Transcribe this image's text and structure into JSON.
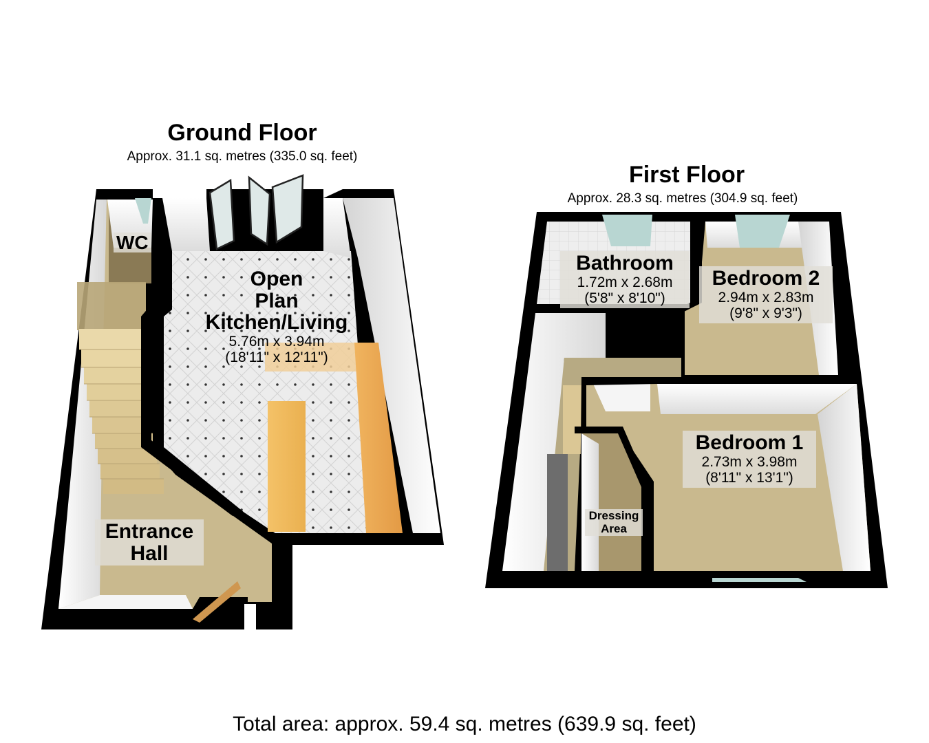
{
  "ground_floor": {
    "title": "Ground Floor",
    "area": "Approx. 31.1 sq. metres (335.0 sq. feet)",
    "rooms": [
      {
        "name": "WC"
      },
      {
        "name_line1": "Open",
        "name_line2": "Plan",
        "name_line3": "Kitchen/Living",
        "dim_metric": "5.76m x 3.94m",
        "dim_imperial": "(18'11\" x 12'11\")"
      },
      {
        "name_line1": "Entrance",
        "name_line2": "Hall"
      }
    ],
    "features": [
      "bi-fold-doors",
      "staircase",
      "kitchen-island",
      "kitchen-worktop",
      "front-door"
    ]
  },
  "first_floor": {
    "title": "First Floor",
    "area": "Approx. 28.3 sq. metres (304.9 sq. feet)",
    "rooms": [
      {
        "name": "Bathroom",
        "dim_metric": "1.72m x 2.68m",
        "dim_imperial": "(5'8\" x 8'10\")"
      },
      {
        "name": "Bedroom 2",
        "dim_metric": "2.94m x 2.83m",
        "dim_imperial": "(9'8\" x 9'3\")"
      },
      {
        "name": "Bedroom 1",
        "dim_metric": "2.73m x 3.98m",
        "dim_imperial": "(8'11\" x 13'1\")"
      },
      {
        "name_line1": "Dressing",
        "name_line2": "Area"
      }
    ],
    "features": [
      "bathroom-window",
      "bedroom-2-window",
      "bedroom-1-window",
      "landing",
      "stair-top"
    ]
  },
  "footer": {
    "total_area": "Total area: approx. 59.4 sq. metres (639.9 sq. feet)"
  },
  "colors": {
    "wall": "#000000",
    "wall_inner": "#f2f2f2",
    "carpet": "#c9b98e",
    "tile_floor": "#e9e9e9",
    "worktop": "#e9a752",
    "stair": "#e6d4a6",
    "glass": "#b8d6d2",
    "label_bg": "#e1ded7"
  }
}
